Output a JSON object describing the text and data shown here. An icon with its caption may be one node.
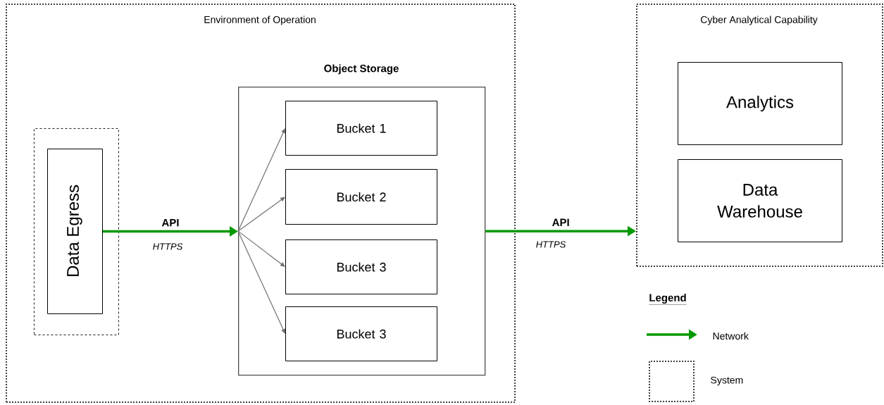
{
  "diagram": {
    "nodes": [
      {
        "text": [
          "Environment of Operation"
        ]
      },
      {
        "text": [],
        "shape": "box",
        "in": 0
      },
      {
        "text": [
          "Data Egress"
        ],
        "in": 1
      },
      {
        "text": [
          "Object Storage"
        ],
        "in": 0
      },
      {
        "text": [
          "Bucket 1"
        ],
        "in": 3
      },
      {
        "text": [
          "Bucket 2"
        ],
        "in": 3
      },
      {
        "text": [
          "Bucket 3"
        ],
        "in": 3
      },
      {
        "text": [
          "Bucket 3"
        ],
        "in": 3
      },
      {
        "text": [
          "Cyber Analytical Capability"
        ]
      },
      {
        "text": [
          "Analytics"
        ],
        "in": 8
      },
      {
        "text": [
          "Data Warehouse"
        ],
        "in": 8
      }
    ],
    "edges": [
      {
        "from": 2,
        "to": 3,
        "arrow": "to",
        "label": "API",
        "style": "thick",
        "color": "#009900"
      },
      {
        "from": 3,
        "to": 4,
        "arrow": "to"
      },
      {
        "from": 3,
        "to": 5,
        "arrow": "to"
      },
      {
        "from": 3,
        "to": 6,
        "arrow": "to"
      },
      {
        "from": 3,
        "to": 7,
        "arrow": "to"
      },
      {
        "from": 3,
        "to": 8,
        "arrow": "to",
        "label": "API",
        "style": "thick",
        "color": "#009900"
      }
    ],
    "labels": [
      "HTTPS",
      "HTTPS",
      "Legend"
    ],
    "legend": [
      {
        "text": "Network"
      },
      {
        "text": "System"
      }
    ]
  }
}
